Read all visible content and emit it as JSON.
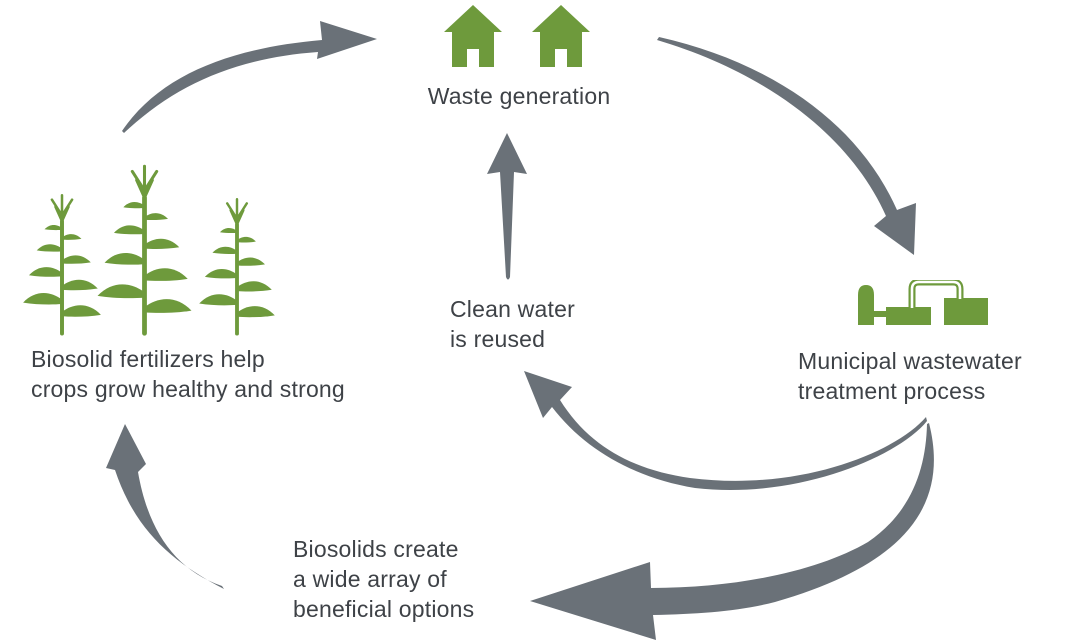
{
  "colors": {
    "background": "#ffffff",
    "icon_green": "#6E9A3C",
    "arrow_gray": "#6A7178",
    "text": "#3E4247"
  },
  "nodes": {
    "waste_generation": {
      "label": "Waste generation",
      "icon": "houses-icon",
      "house_count": 2
    },
    "treatment": {
      "label_lines": [
        "Municipal wastewater",
        "treatment process"
      ],
      "icon": "treatment-plant-icon"
    },
    "crops": {
      "label_lines": [
        "Biosolid fertilizers help",
        "crops grow healthy and strong"
      ],
      "icon": "corn-plants-icon",
      "plant_count": 3
    },
    "clean_water": {
      "label_lines": [
        "Clean water",
        "is reused"
      ]
    },
    "biosolids": {
      "label_lines": [
        "Biosolids create",
        "a wide array of",
        "beneficial options"
      ]
    }
  },
  "flows": [
    {
      "from": "crops",
      "to": "waste_generation"
    },
    {
      "from": "waste_generation",
      "to": "treatment"
    },
    {
      "from": "treatment",
      "to": "clean_water"
    },
    {
      "from": "clean_water",
      "to": "waste_generation"
    },
    {
      "from": "treatment",
      "to": "biosolids"
    },
    {
      "from": "biosolids",
      "to": "crops"
    }
  ]
}
